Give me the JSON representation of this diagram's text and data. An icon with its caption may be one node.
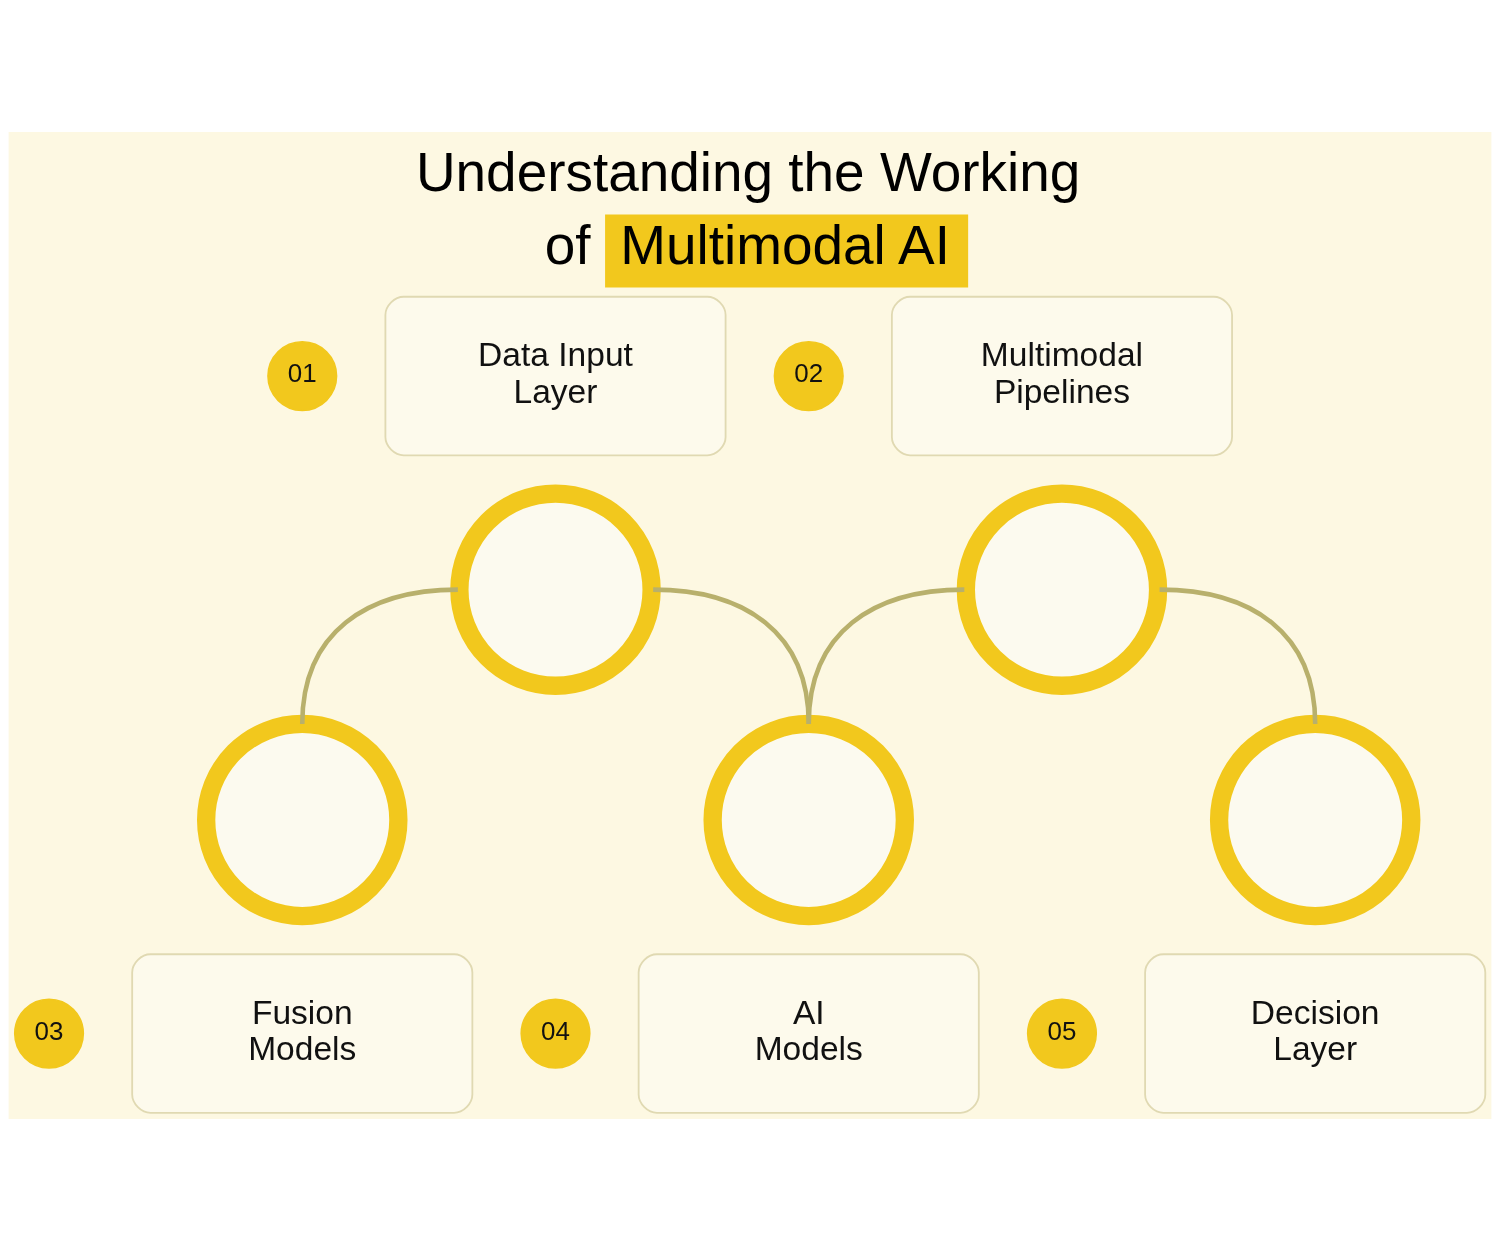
{
  "diagram": {
    "title": "Understanding the Working of Multimodal AI",
    "nodes": [
      {
        "text": [
          "01"
        ]
      },
      {
        "text": [
          "Data Input Layer"
        ]
      },
      {
        "text": [
          "02"
        ]
      },
      {
        "text": [
          "Multimodal Pipelines"
        ]
      },
      {
        "text": [],
        "shape": "circle"
      },
      {
        "text": [],
        "shape": "circle"
      },
      {
        "text": [],
        "shape": "circle"
      },
      {
        "text": [],
        "shape": "circle"
      },
      {
        "text": [],
        "shape": "circle"
      },
      {
        "text": [
          "Fusion Models"
        ]
      },
      {
        "text": [
          "03"
        ]
      },
      {
        "text": [
          "AI Models"
        ]
      },
      {
        "text": [
          "04"
        ]
      },
      {
        "text": [
          "Decision Layer"
        ]
      },
      {
        "text": [
          "05"
        ]
      }
    ],
    "edges": [
      {
        "from": 4,
        "to": 6,
        "arrow": "none"
      },
      {
        "from": 4,
        "to": 7,
        "arrow": "none"
      },
      {
        "from": 5,
        "to": 7,
        "arrow": "none"
      },
      {
        "from": 5,
        "to": 8,
        "arrow": "none"
      }
    ]
  }
}
